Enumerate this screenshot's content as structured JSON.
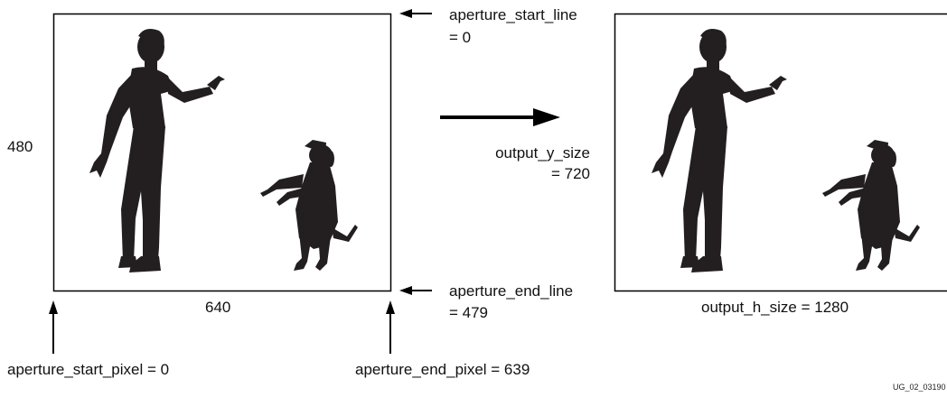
{
  "input_frame": {
    "height_label": "480",
    "width_label": "640"
  },
  "output_frame": {
    "y_size_label_line1": "output_y_size",
    "y_size_label_line2": "= 720",
    "h_size_label": "output_h_size = 1280"
  },
  "annotations": {
    "aperture_start_line_1": "aperture_start_line",
    "aperture_start_line_2": "= 0",
    "aperture_end_line_1": "aperture_end_line",
    "aperture_end_line_2": "= 479",
    "aperture_start_pixel": "aperture_start_pixel = 0",
    "aperture_end_pixel": "aperture_end_pixel = 639"
  },
  "figure_id": "UG_02_03190"
}
